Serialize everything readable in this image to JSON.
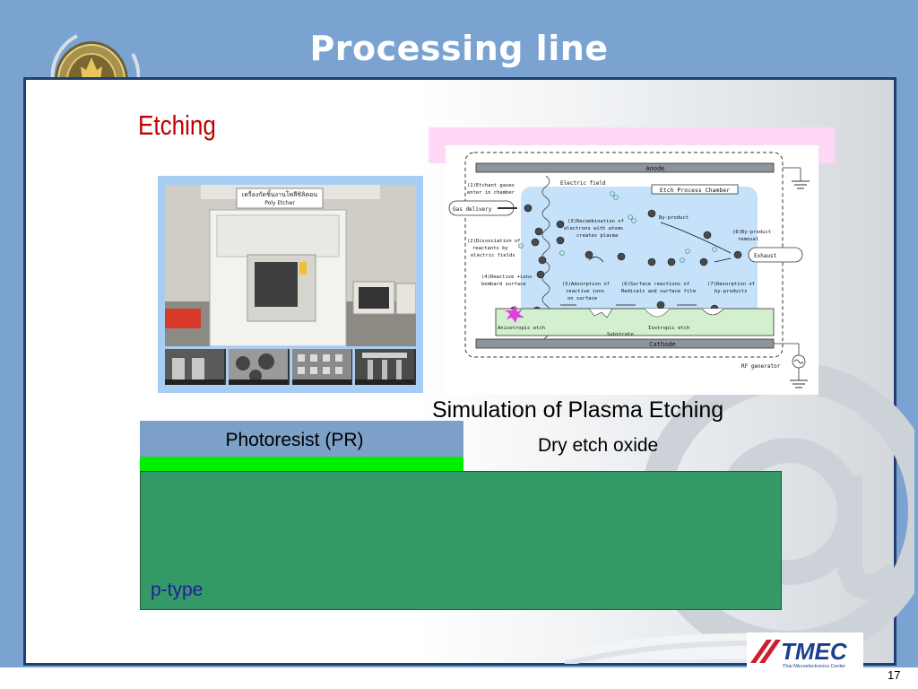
{
  "slide": {
    "title": "Processing line",
    "heading": "Etching",
    "page_number": "17"
  },
  "diagram": {
    "caption": "Simulation of Plasma Etching",
    "labels": {
      "anode": "Anode",
      "cathode": "Cathode",
      "chamber": "Etch Process Chamber",
      "gas_delivery": "Gas delivery",
      "exhaust": "Exhaust",
      "electric_field": "Electric field",
      "by_product": "By-product",
      "substrate": "Substrate",
      "anisotropic": "Anisotropic etch",
      "isotropic": "Isotropic etch",
      "rf": "RF generator",
      "step1_a": "(1)Etchant gases",
      "step1_b": "enter in chamber",
      "step2_a": "(2)Dissociation of",
      "step2_b": "reactants by",
      "step2_c": "electric fields",
      "step3_a": "(3)Recombination of",
      "step3_b": "electrons with atoms",
      "step3_c": "creates plasma",
      "step4_a": "(4)Reactive +ions",
      "step4_b": "bombard surface",
      "step5_a": "(5)Adsorption of",
      "step5_b": "reactive ions",
      "step5_c": "on surface",
      "step6_a": "(6)Surface reactions of",
      "step6_b": "Redicals and surface film",
      "step7_a": "(7)Desorption of",
      "step7_b": "by-products",
      "step8_a": "(8)By-product",
      "step8_b": "removal"
    }
  },
  "photo": {
    "sign_line1": "เครื่องกัดชิ้นงานโพลีซิลิคอน",
    "sign_line2": "Poly Etcher"
  },
  "cross_section": {
    "photoresist_label": "Photoresist (PR)",
    "oxide_label": "Dry etch oxide",
    "substrate_label": "p-type"
  },
  "logo": {
    "name": "TMEC",
    "subtitle": "Thai Microelectronics Center"
  },
  "colors": {
    "title_bar": "#7aa3d2",
    "frame_border": "#1f3f73",
    "heading": "#c00000",
    "photoresist": "#7da0c8",
    "oxide": "#00ee00",
    "substrate": "#339966",
    "substrate_text": "#1f1f9a",
    "pink_bar": "#ffd8f6",
    "logo_red": "#cc1f2d",
    "logo_blue": "#1a3f8f"
  }
}
